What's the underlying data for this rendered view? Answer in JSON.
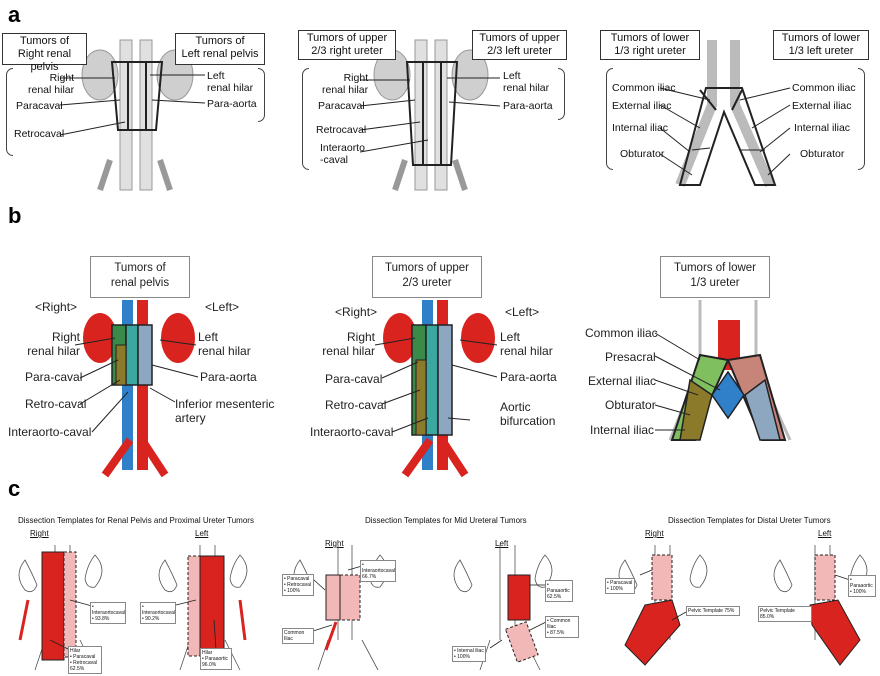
{
  "panels": {
    "a": {
      "letter": "a",
      "d1": {
        "title_left": "Tumors of\nRight renal pelvis",
        "title_right": "Tumors of\nLeft renal pelvis",
        "left_labels": [
          "Right\nrenal hilar",
          "Paracaval",
          "Retrocaval"
        ],
        "right_labels": [
          "Left\nrenal hilar",
          "Para-aorta"
        ]
      },
      "d2": {
        "title_left": "Tumors of upper\n2/3 right ureter",
        "title_right": "Tumors of upper\n2/3 left ureter",
        "left_labels": [
          "Right\nrenal hilar",
          "Paracaval",
          "Retrocaval",
          "Interaorto\n-caval"
        ],
        "right_labels": [
          "Left\nrenal hilar",
          "Para-aorta"
        ]
      },
      "d3": {
        "title_left": "Tumors of lower\n1/3 right ureter",
        "title_right": "Tumors of lower\n1/3 left ureter",
        "left_labels": [
          "Common iliac",
          "External iliac",
          "Internal iliac",
          "Obturator"
        ],
        "right_labels": [
          "Common iliac",
          "External iliac",
          "Internal iliac",
          "Obturator"
        ]
      }
    },
    "b": {
      "letter": "b",
      "d1": {
        "title": "Tumors of\nrenal pelvis",
        "side_right": "<Right>",
        "side_left": "<Left>",
        "left_labels": [
          "Right\nrenal hilar",
          "Para-caval",
          "Retro-caval",
          "Interaorto-caval"
        ],
        "right_labels": [
          "Left\nrenal hilar",
          "Para-aorta",
          "Inferior mesenteric\nartery"
        ]
      },
      "d2": {
        "title": "Tumors of upper\n2/3 ureter",
        "side_right": "<Right>",
        "side_left": "<Left>",
        "left_labels": [
          "Right\nrenal hilar",
          "Para-caval",
          "Retro-caval",
          "Interaorto-caval"
        ],
        "right_labels": [
          "Left\nrenal hilar",
          "Para-aorta",
          "Aortic\nbifurcation"
        ]
      },
      "d3": {
        "title": "Tumors of lower\n1/3 ureter",
        "left_labels": [
          "Common iliac",
          "Presacral",
          "External iliac",
          "Obturator",
          "Internal iliac"
        ]
      }
    },
    "c": {
      "letter": "c",
      "t1": "Dissection Templates for Renal Pelvis and Proximal Ureter Tumors",
      "t2": "Dissection Templates for Mid Ureteral Tumors",
      "t3": "Dissection Templates for Distal Ureter Tumors",
      "right": "Right",
      "left": "Left",
      "notes": {
        "n1": "• Interaortocaval\n• 93.8%",
        "n2": "Hilar\n• Paracaval\n• Retrocaval\n62.5%",
        "n3": "• Interaortocaval\n• 90.2%",
        "n4": "Hilar\n• Paraaortic\n96.0%",
        "n5": "• Paracaval\n• Retrocaval\n• 100%",
        "n6": "• Interaortocaval\n66.7%",
        "n7": "Common Iliac",
        "n8": "• Paraaortic\n62.5%",
        "n9": "• Common Iliac\n• 87.5%",
        "n10": "• Internal iliac\n• 100%",
        "n11": "• Paracaval\n• 100%",
        "n12": "Pelvic Template 75%",
        "n13": "Pelvic Template 85.0%",
        "n14": "• Paraaortic\n• 100%"
      }
    }
  },
  "colors": {
    "red": "#d8231f",
    "blue": "#2f7fc9",
    "pink": "#f2b8b8",
    "gray": "#cfcfcf",
    "green": "#3a8a4a",
    "teal": "#3aa7a0",
    "olive": "#8b7a2a"
  }
}
